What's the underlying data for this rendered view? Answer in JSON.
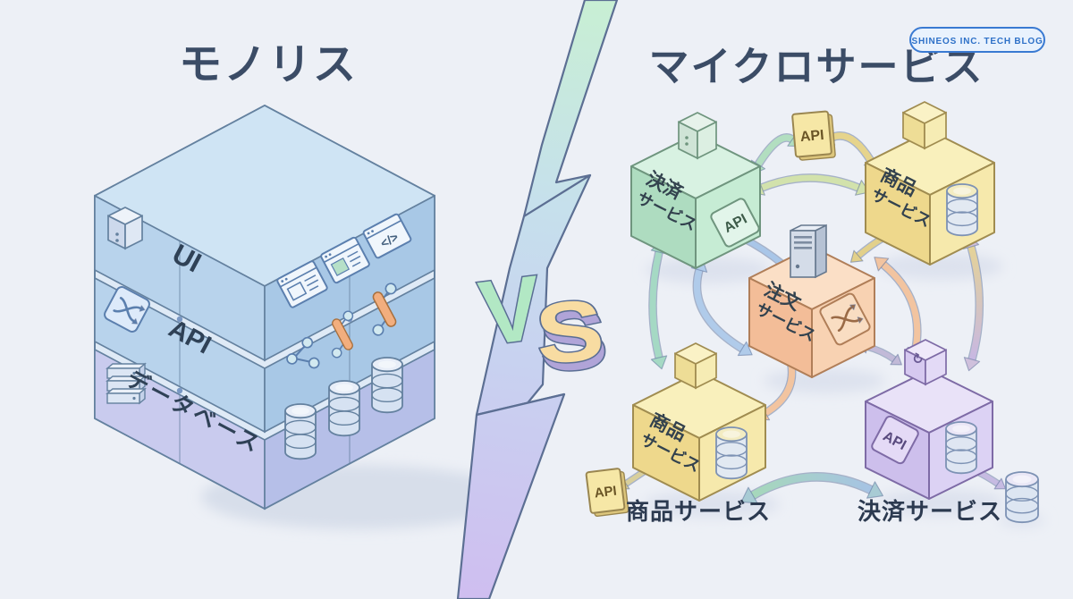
{
  "badge": {
    "label": "SHINEOS INC. TECH BLOG"
  },
  "monolith": {
    "title": "モノリス",
    "layers": [
      {
        "label": "UI"
      },
      {
        "label": "API"
      },
      {
        "label": "データベース"
      }
    ]
  },
  "vs": {
    "v": "V",
    "s": "S"
  },
  "micro": {
    "title": "マイクロサービス",
    "cubes": [
      {
        "name": "payment-service-top",
        "label1": "決済",
        "label2": "サービス",
        "api_badge": "API"
      },
      {
        "name": "product-service-top",
        "label1": "商品",
        "label2": "サービス"
      },
      {
        "name": "order-service",
        "label1": "注文",
        "label2": "サービス"
      },
      {
        "name": "product-service-bottom",
        "label1": "商品",
        "label2": "サービス",
        "caption": "商品サービス"
      },
      {
        "name": "payment-service-bottom",
        "api_badge": "API",
        "caption": "決済サービス"
      }
    ],
    "api_chip_top": "API",
    "api_chip_bottom": "API"
  },
  "icons": {
    "code_window": "</>",
    "refresh": "↻"
  },
  "colors": {
    "background": "#edf0f6",
    "title": "#3b4c66",
    "monolith_blue_left": "#b8d3ec",
    "monolith_blue_right": "#a8c8e6",
    "monolith_db_purple": "#c9cbee",
    "green": "#aedcc0",
    "yellow": "#eed88c",
    "orange": "#f3bd98",
    "purple": "#cdbfec",
    "badge_blue": "#2e71c8",
    "bolt_green": "#c8efd4",
    "bolt_purple": "#cfbef0"
  }
}
